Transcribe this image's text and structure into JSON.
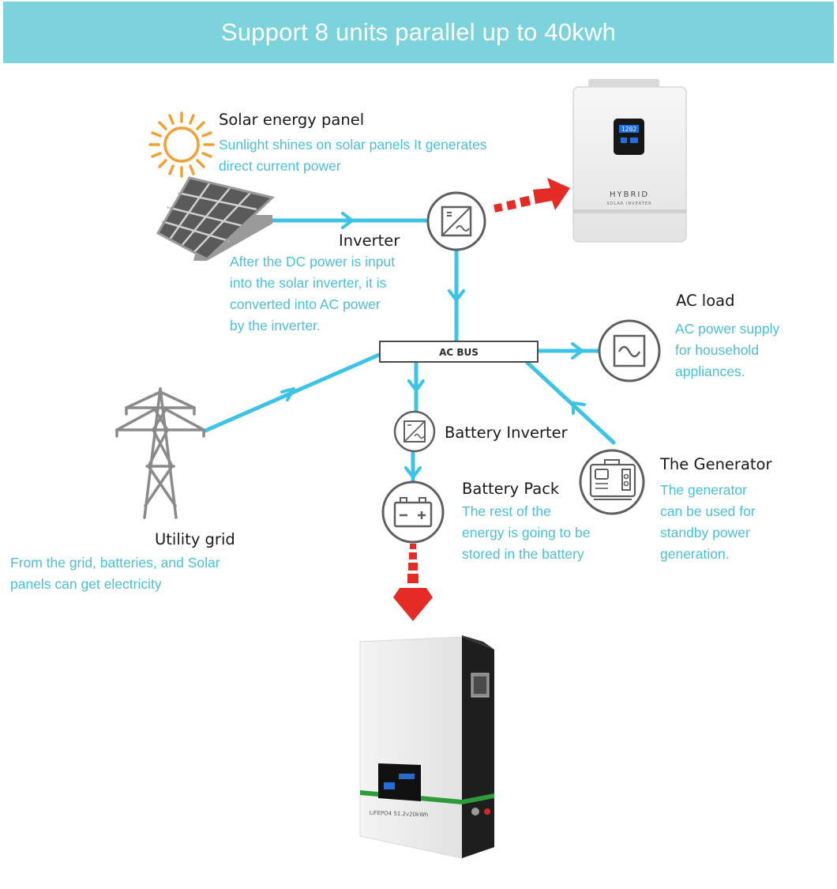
{
  "banner": {
    "title": "Support 8 units parallel up to 40kwh"
  },
  "colors": {
    "banner_bg": "#7dd3dc",
    "flow_line": "#3cc3e6",
    "description_text": "#4bbfd3",
    "arrow_red": "#e52b25",
    "sun": "#f2a033",
    "icon_stroke": "#5f5f5f"
  },
  "nodes": {
    "solar": {
      "label": "Solar energy panel",
      "description": "Sunlight shines on solar panels It generates\ndirect current power",
      "icons": [
        "sun-icon",
        "solar-panel-icon"
      ]
    },
    "inverter": {
      "label": "Inverter",
      "description": "After the DC power is input\ninto the solar inverter, it is\nconverted into AC power\nby the inverter.",
      "icon": "inverter-icon"
    },
    "hybrid_inverter": {
      "brand": "HYBRID",
      "subtitle": "SOLAR INVERTER",
      "screen_text": "1202"
    },
    "ac_bus": {
      "label": "AC BUS"
    },
    "ac_load": {
      "label": "AC load",
      "description": "AC power supply\nfor household\nappliances.",
      "icon": "sine-wave-icon"
    },
    "battery_inverter": {
      "label": "Battery Inverter",
      "icon": "inverter-icon"
    },
    "battery_pack": {
      "label": "Battery Pack",
      "description": "The rest of the\nenergy is going to be\nstored in the battery",
      "icon": "battery-icon"
    },
    "generator": {
      "label": "The Generator",
      "description": "The generator\ncan be used for\nstandby power\ngeneration.",
      "icon": "generator-icon"
    },
    "utility_grid": {
      "label": "Utility grid",
      "description": "From the grid, batteries, and Solar\npanels can get electricity",
      "icon": "transmission-tower-icon"
    },
    "battery_unit": {
      "model_text": "LiFEPO4 51.2v20kWh"
    }
  }
}
